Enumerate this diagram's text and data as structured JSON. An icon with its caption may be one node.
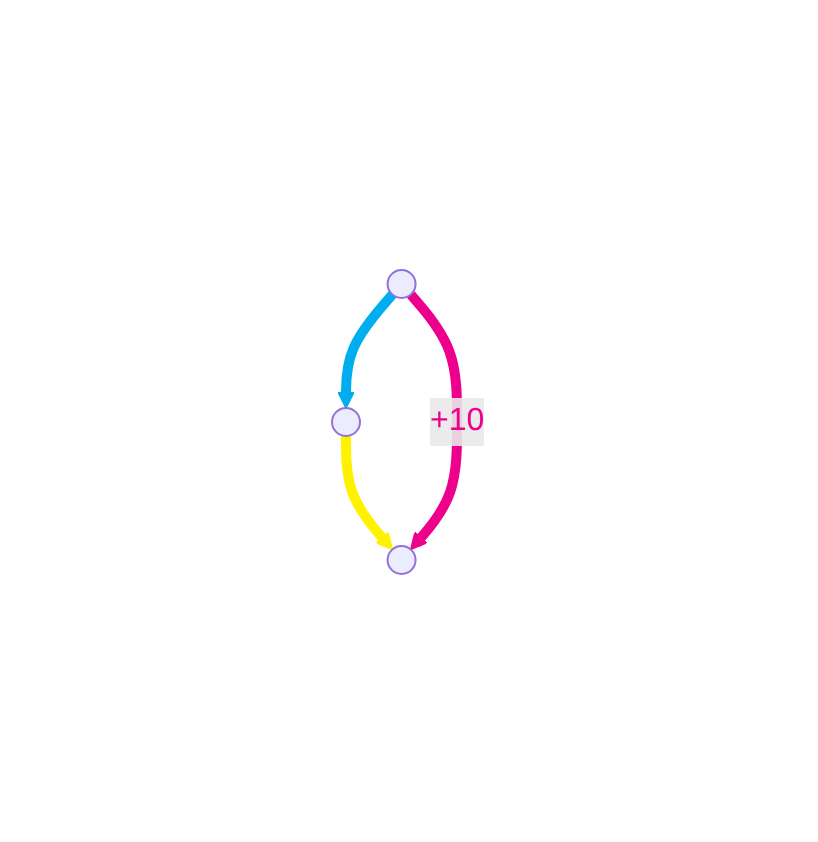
{
  "diagram": {
    "nodes": [
      {
        "text": [],
        "shape": "circle"
      },
      {
        "text": [],
        "shape": "circle"
      },
      {
        "text": [],
        "shape": "circle"
      }
    ],
    "edges": [
      {
        "from": 0,
        "to": 1,
        "arrow": "to",
        "color": "#00aeef"
      },
      {
        "from": 1,
        "to": 2,
        "arrow": "to",
        "color": "#fff200"
      },
      {
        "from": 0,
        "to": 2,
        "arrow": "to",
        "color": "#ec008c",
        "label": "+10"
      }
    ]
  }
}
